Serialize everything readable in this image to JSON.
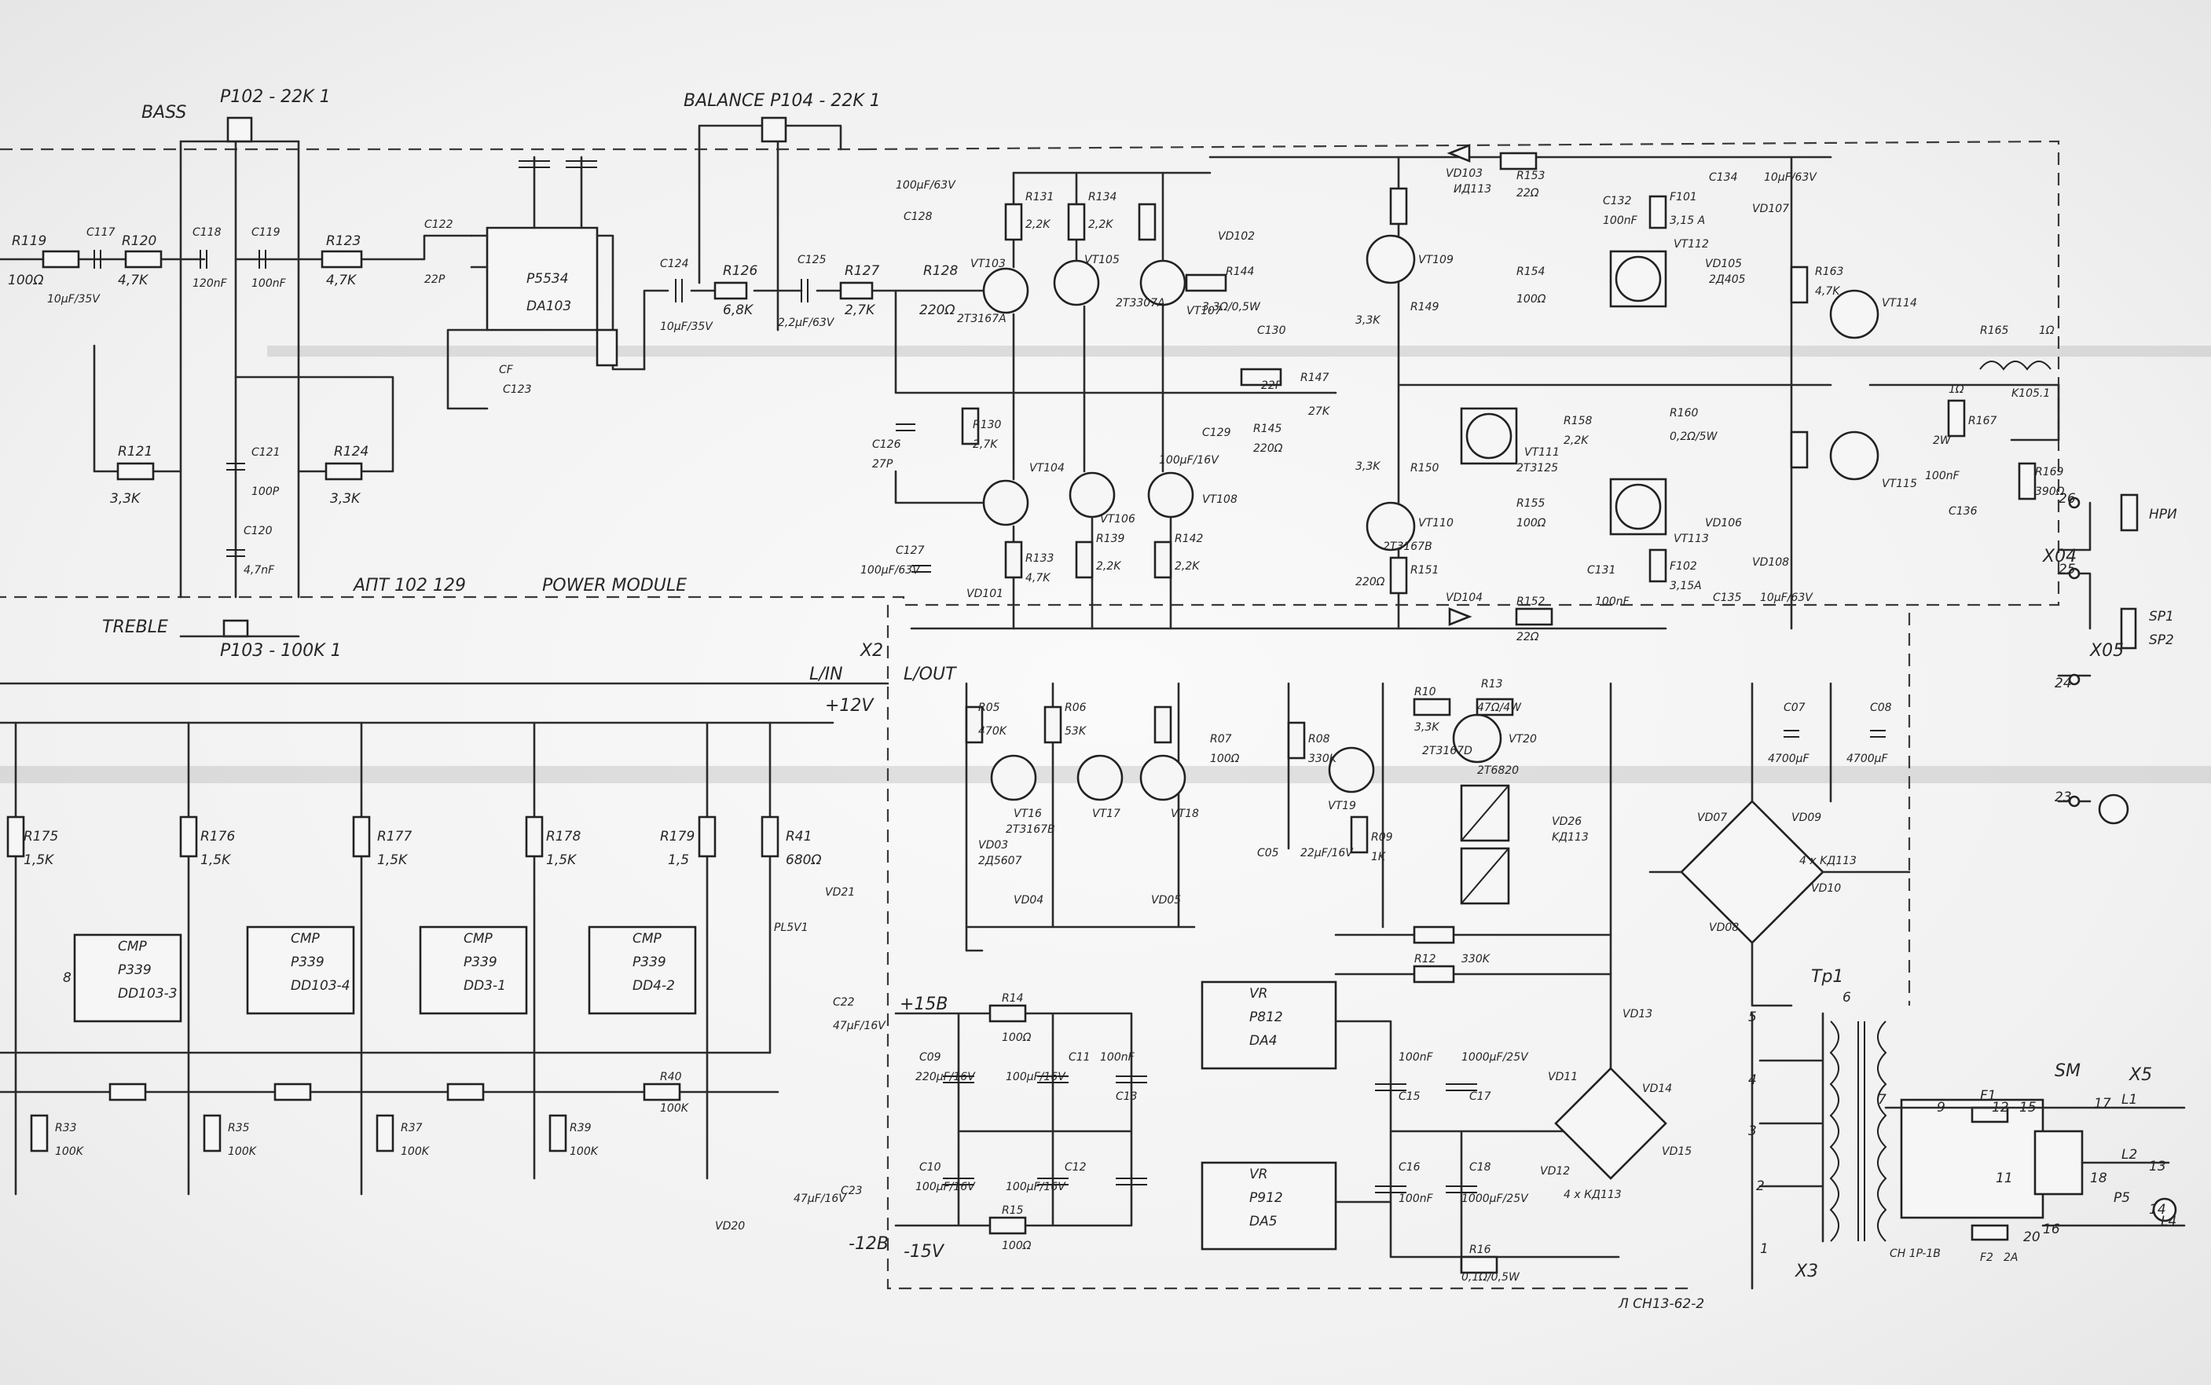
{
  "modules": {
    "power_module_label": "АПТ 102 129",
    "power_module_text": "POWER MODULE",
    "footer_code": "Л  СН13-62-2"
  },
  "controls": {
    "bass": "BASS",
    "bass_pot": "P102 - 22K 1",
    "treble": "TREBLE",
    "treble_pot": "P103 - 100K 1",
    "balance": "BALANCE  P104 - 22K 1",
    "out_l": "L/IN",
    "out_r": "L/OUT",
    "supply_plus": "+12V",
    "supply_plus15": "+15B",
    "supply_minus": "-12B",
    "supply_minus15": "-15V"
  },
  "connectors": [
    "X04",
    "X05",
    "X3",
    "X5",
    "X2"
  ],
  "pins": [
    "26",
    "25",
    "24",
    "23",
    "1",
    "2",
    "3",
    "4",
    "5",
    "6",
    "7",
    "8",
    "9",
    "11",
    "12",
    "13",
    "14",
    "15",
    "16",
    "17",
    "18",
    "20"
  ],
  "outputs": [
    "НРИ",
    "SP1",
    "SP2",
    "L1",
    "L2",
    "P5",
    "L4"
  ],
  "ics": [
    {
      "name": "P5534",
      "pin": "DA103"
    },
    {
      "name": "P339",
      "pin": "DD103-3",
      "tag": "СМР"
    },
    {
      "name": "P339",
      "pin": "DD103-4",
      "tag": "СМР"
    },
    {
      "name": "P339",
      "pin": "DD3-1",
      "tag": "СМР"
    },
    {
      "name": "P339",
      "pin": "DD4-2",
      "tag": "СМР"
    }
  ],
  "regulators": [
    {
      "ref": "VR",
      "part": "P812",
      "id": "DA4"
    },
    {
      "ref": "VR",
      "part": "P912",
      "id": "DA5"
    }
  ],
  "transistors": [
    "VT103",
    "VT105",
    "VT107",
    "VT104",
    "VT106",
    "VT108",
    "VT109",
    "VT110",
    "VT111",
    "VT112",
    "VT113",
    "VT114",
    "VT115",
    "VT16",
    "VT17",
    "VT18",
    "VT19",
    "VT20"
  ],
  "transistor_types": [
    "2T3167A",
    "2T3307A",
    "2T3167B",
    "2T3125",
    "2T3167D",
    "2T6820",
    "2T3167B"
  ],
  "resistors": [
    {
      "ref": "R119",
      "val": "100Ω"
    },
    {
      "ref": "R120",
      "val": "4,7K"
    },
    {
      "ref": "R121",
      "val": "3,3K"
    },
    {
      "ref": "R123",
      "val": "4,7K"
    },
    {
      "ref": "R124",
      "val": "3,3K"
    },
    {
      "ref": "R126",
      "val": "6,8K"
    },
    {
      "ref": "R127",
      "val": "2,7K"
    },
    {
      "ref": "R128",
      "val": "220Ω"
    },
    {
      "ref": "R130",
      "val": "2,7K"
    },
    {
      "ref": "R131",
      "val": "2,2K"
    },
    {
      "ref": "R133",
      "val": "4,7K"
    },
    {
      "ref": "R134",
      "val": "2,2K"
    },
    {
      "ref": "R139",
      "val": "2,2K"
    },
    {
      "ref": "R142",
      "val": "2,2K"
    },
    {
      "ref": "R144",
      "val": "3,3Ω/0,5W"
    },
    {
      "ref": "R145",
      "val": "220Ω"
    },
    {
      "ref": "R147",
      "val": "27K"
    },
    {
      "ref": "R149",
      "val": "3,3K"
    },
    {
      "ref": "R150",
      "val": "3,3K"
    },
    {
      "ref": "R151",
      "val": "220Ω"
    },
    {
      "ref": "R152",
      "val": "22Ω"
    },
    {
      "ref": "R153",
      "val": "22Ω"
    },
    {
      "ref": "R154",
      "val": "100Ω"
    },
    {
      "ref": "R155",
      "val": "100Ω"
    },
    {
      "ref": "R158",
      "val": "2,2K"
    },
    {
      "ref": "R160",
      "val": "0,2Ω/5W"
    },
    {
      "ref": "R163",
      "val": "4,7K"
    },
    {
      "ref": "R165",
      "val": "1Ω"
    },
    {
      "ref": "R167",
      "val": "2W"
    },
    {
      "ref": "R169",
      "val": "390Ω"
    },
    {
      "ref": "R175",
      "val": "1,5K"
    },
    {
      "ref": "R176",
      "val": "1,5K"
    },
    {
      "ref": "R177",
      "val": "1,5K"
    },
    {
      "ref": "R178",
      "val": "1,5K"
    },
    {
      "ref": "R179",
      "val": "1,5"
    },
    {
      "ref": "R41",
      "val": "680Ω"
    },
    {
      "ref": "R05",
      "val": "470K"
    },
    {
      "ref": "R06",
      "val": "53K"
    },
    {
      "ref": "R07",
      "val": "100Ω"
    },
    {
      "ref": "R08",
      "val": "330K"
    },
    {
      "ref": "R09",
      "val": "1K"
    },
    {
      "ref": "R10",
      "val": "3,3K"
    },
    {
      "ref": "R12",
      "val": "330K"
    },
    {
      "ref": "R13",
      "val": "47Ω/4W"
    },
    {
      "ref": "R14",
      "val": "100Ω"
    },
    {
      "ref": "R15",
      "val": "100Ω"
    },
    {
      "ref": "R16",
      "val": "0,1Ω/0,5W"
    },
    {
      "ref": "R33",
      "val": "100K"
    },
    {
      "ref": "R35",
      "val": "100K"
    },
    {
      "ref": "R37",
      "val": "100K"
    },
    {
      "ref": "R39",
      "val": "100K"
    },
    {
      "ref": "R40",
      "val": "100K"
    }
  ],
  "capacitors": [
    {
      "ref": "C117",
      "val": "10μF/35V"
    },
    {
      "ref": "C118",
      "val": "120nF"
    },
    {
      "ref": "C119",
      "val": "100nF"
    },
    {
      "ref": "C120",
      "val": "4,7nF"
    },
    {
      "ref": "C121",
      "val": "100P"
    },
    {
      "ref": "C122",
      "val": "22P"
    },
    {
      "ref": "C123",
      "val": "CF"
    },
    {
      "ref": "C124",
      "val": "10μF/35V"
    },
    {
      "ref": "C125",
      "val": "2,2μF/63V"
    },
    {
      "ref": "C126",
      "val": "27P"
    },
    {
      "ref": "C127",
      "val": "100μF/63V"
    },
    {
      "ref": "C128",
      "val": "100μF/63V"
    },
    {
      "ref": "C129",
      "val": "100μF/16V"
    },
    {
      "ref": "C130",
      "val": "22P"
    },
    {
      "ref": "C131",
      "val": "100nF"
    },
    {
      "ref": "C132",
      "val": "100nF"
    },
    {
      "ref": "C134",
      "val": "10μF/63V"
    },
    {
      "ref": "C135",
      "val": "10μF/63V"
    },
    {
      "ref": "C136",
      "val": "100nF"
    },
    {
      "ref": "C05",
      "val": "22μF/16V"
    },
    {
      "ref": "C07",
      "val": "4700μF"
    },
    {
      "ref": "C08",
      "val": "4700μF"
    },
    {
      "ref": "C09",
      "val": "220μF/16V"
    },
    {
      "ref": "C10",
      "val": "100μF/16V"
    },
    {
      "ref": "C11",
      "val": "100μF/16V"
    },
    {
      "ref": "C12",
      "val": "100μF/16V"
    },
    {
      "ref": "C13",
      "val": "100nF"
    },
    {
      "ref": "C15",
      "val": "100nF"
    },
    {
      "ref": "C16",
      "val": "100nF"
    },
    {
      "ref": "C17",
      "val": "1000μF/25V"
    },
    {
      "ref": "C18",
      "val": "1000μF/25V"
    },
    {
      "ref": "C22",
      "val": "47μF/16V"
    },
    {
      "ref": "C23",
      "val": "47μF/16V"
    }
  ],
  "diodes": [
    "VD101",
    "VD102",
    "VD103",
    "VD104",
    "VD105",
    "VD106",
    "VD107",
    "VD108",
    "VD03",
    "VD04",
    "VD05",
    "VD07",
    "VD08",
    "VD09",
    "VD10",
    "VD11",
    "VD12",
    "VD13",
    "VD14",
    "VD15",
    "VD20",
    "VD21",
    "VD26"
  ],
  "diode_types": [
    "2Д5607",
    "ИД113",
    "KД113",
    "2Д405",
    "PL5V1",
    "4 x KД113",
    "4 x КД113"
  ],
  "fuses": [
    {
      "ref": "F101",
      "val": "3,15 A"
    },
    {
      "ref": "F102",
      "val": "3,15A"
    },
    {
      "ref": "F1",
      "val": ""
    },
    {
      "ref": "F2",
      "val": "2A"
    }
  ],
  "relay": [
    "K105.1",
    "1Ω"
  ],
  "transformer": {
    "ref": "Tp1",
    "switch": "SM",
    "mains": "CH 1P-1B"
  }
}
